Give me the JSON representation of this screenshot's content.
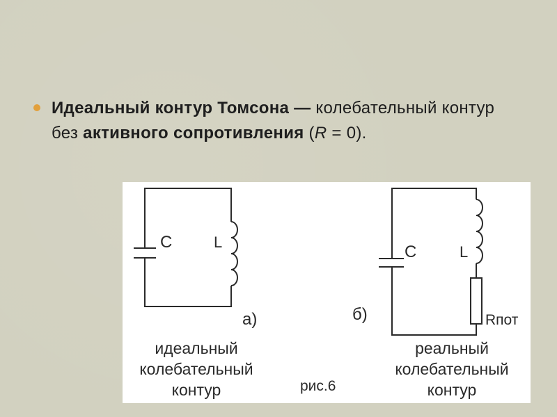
{
  "slide": {
    "bullet": {
      "part1_bold": "Идеальный контур Томсона —",
      "part2": " колебательный контур без ",
      "part3_bold": "активного сопротивления",
      "part4": " (",
      "part5_italic": "R",
      "part6": " = 0)."
    }
  },
  "figure": {
    "circuit_a": {
      "capacitor_label": "C",
      "inductor_label": "L",
      "tag": "а)",
      "caption": [
        "идеальный",
        "колебательный",
        "контур"
      ]
    },
    "circuit_b": {
      "capacitor_label": "C",
      "inductor_label": "L",
      "resistor_label": "Rпот",
      "tag": "б)",
      "caption": [
        "реальный",
        "колебательный",
        "контур"
      ]
    },
    "fig_number": "рис.6"
  },
  "colors": {
    "background": "#d2d1c0",
    "bullet": "#e2a03c",
    "text": "#1e1e1e"
  }
}
